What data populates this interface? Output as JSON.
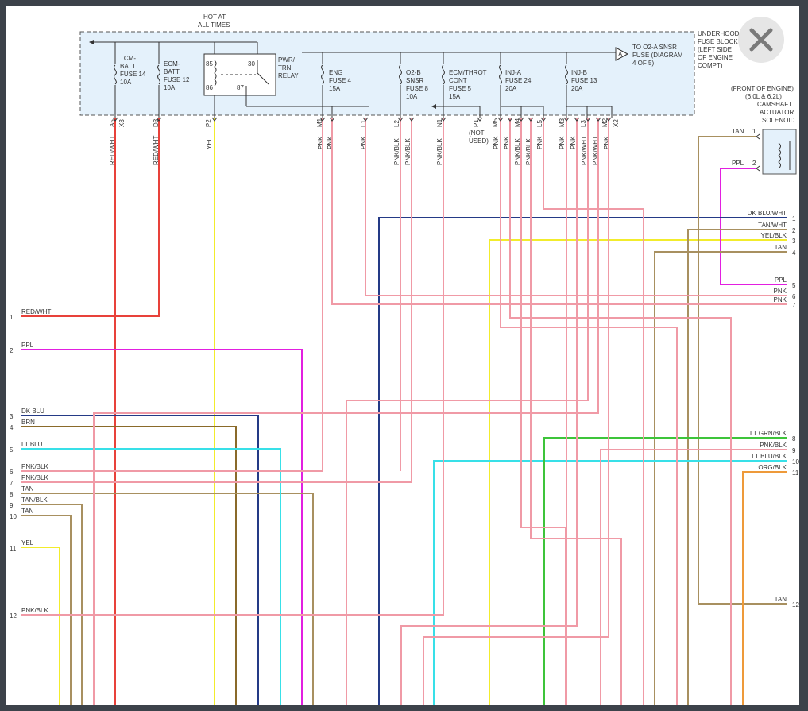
{
  "diagram": {
    "hot_at_all_times": [
      "HOT AT",
      "ALL TIMES"
    ],
    "fuse_block_label": [
      "UNDERHOOD",
      "FUSE BLOCK",
      "(LEFT SIDE",
      "OF ENGINE",
      "COMPT)"
    ],
    "offpage_marker": "A",
    "offpage_text": [
      "TO O2-A SNSR",
      "FUSE (DIAGRAM",
      "4 OF 5)"
    ],
    "relay": {
      "label": [
        "PWR/",
        "TRN",
        "RELAY"
      ],
      "pins": [
        "85",
        "86",
        "30",
        "87"
      ]
    },
    "fuses": [
      {
        "id": "tcm",
        "lines": [
          "TCM-",
          "BATT",
          "FUSE 14",
          "10A"
        ]
      },
      {
        "id": "ecm",
        "lines": [
          "ECM-",
          "BATT",
          "FUSE 12",
          "10A"
        ]
      },
      {
        "id": "eng",
        "lines": [
          "ENG",
          "FUSE 4",
          "15A"
        ]
      },
      {
        "id": "o2b",
        "lines": [
          "O2-B",
          "SNSR",
          "FUSE 8",
          "10A"
        ]
      },
      {
        "id": "throt",
        "lines": [
          "ECM/THROT",
          "CONT",
          "FUSE 5",
          "15A"
        ]
      },
      {
        "id": "inja",
        "lines": [
          "INJ-A",
          "FUSE 24",
          "20A"
        ]
      },
      {
        "id": "injb",
        "lines": [
          "INJ-B",
          "FUSE 13",
          "20A"
        ]
      }
    ],
    "pins": [
      "A5",
      "X3",
      "D3",
      "P2",
      "M1",
      "L1",
      "L2",
      "N1",
      "P1",
      "M5",
      "M4",
      "L5",
      "M3",
      "L3",
      "M2",
      "X2"
    ],
    "not_used": [
      "(NOT",
      "USED)"
    ],
    "fuse_wire_colors": [
      "RED/WHT",
      "RED/WHT",
      "YEL",
      "PNK",
      "PNK",
      "PNK",
      "PNK/BLK",
      "PNK/BLK",
      "PNK/BLK",
      "PNK",
      "PNK",
      "PNK/BLK",
      "PNK/BLK",
      "PNK",
      "PNK",
      "PNK",
      "PNK/WHT",
      "PNK/WHT",
      "PNK"
    ],
    "solenoid": {
      "title": [
        "(FRONT OF ENGINE)",
        "(6.0L & 6.2L)",
        "CAMSHAFT",
        "ACTUATOR",
        "SOLENOID"
      ],
      "wires": [
        {
          "color": "TAN",
          "pin": "1"
        },
        {
          "color": "PPL",
          "pin": "2"
        }
      ]
    },
    "left_connector": [
      {
        "num": "1",
        "color": "RED/WHT"
      },
      {
        "num": "2",
        "color": "PPL"
      },
      {
        "num": "3",
        "color": "DK BLU"
      },
      {
        "num": "4",
        "color": "BRN"
      },
      {
        "num": "5",
        "color": "LT BLU"
      },
      {
        "num": "6",
        "color": "PNK/BLK"
      },
      {
        "num": "7",
        "color": "PNK/BLK"
      },
      {
        "num": "8",
        "color": "TAN"
      },
      {
        "num": "9",
        "color": "TAN/BLK"
      },
      {
        "num": "10",
        "color": "TAN"
      },
      {
        "num": "11",
        "color": "YEL"
      },
      {
        "num": "12",
        "color": "PNK/BLK"
      }
    ],
    "right_connector": [
      {
        "num": "1",
        "color": "DK BLU/WHT"
      },
      {
        "num": "2",
        "color": "TAN/WHT"
      },
      {
        "num": "3",
        "color": "YEL/BLK"
      },
      {
        "num": "4",
        "color": "TAN"
      },
      {
        "num": "5",
        "color": "PPL"
      },
      {
        "num": "6",
        "color": "PNK"
      },
      {
        "num": "7",
        "color": "PNK"
      },
      {
        "num": "8",
        "color": "LT GRN/BLK"
      },
      {
        "num": "9",
        "color": "PNK/BLK"
      },
      {
        "num": "10",
        "color": "LT BLU/BLK"
      },
      {
        "num": "11",
        "color": "ORG/BLK"
      },
      {
        "num": "12",
        "color": "TAN"
      }
    ],
    "colors": {
      "red": "#e8413a",
      "yellow": "#f2ec2c",
      "pink": "#f09aa6",
      "purple": "#e21fe0",
      "dkblue": "#243a86",
      "brown": "#8a6a2a",
      "ltblue": "#38e0e8",
      "tan": "#a89060",
      "green": "#3ec43a",
      "orange": "#ee9a3a",
      "fuseblock": "#e4f1fb"
    }
  },
  "ui": {
    "close_icon": "close-icon"
  }
}
